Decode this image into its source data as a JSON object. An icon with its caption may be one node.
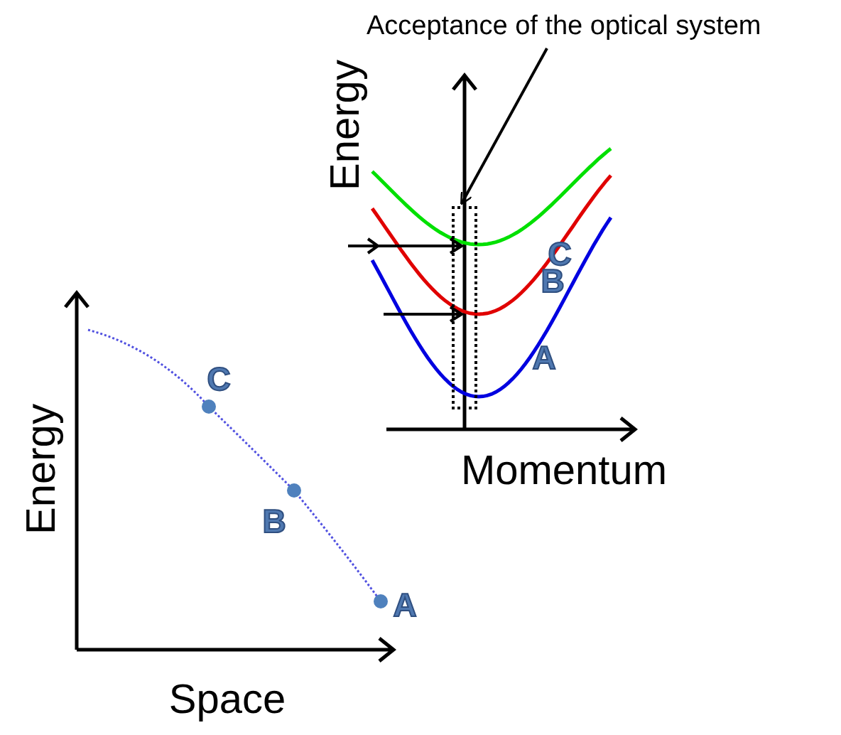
{
  "diagram": {
    "nodes": [
      {
        "text": [
          "Acceptance of the optical system"
        ]
      },
      {
        "text": [],
        "shape": "box"
      }
    ],
    "edges": [
      {
        "from": 0,
        "to": 1,
        "arrow": "to"
      }
    ],
    "labels": [
      "Energy",
      "C",
      "B",
      "A",
      "Momentum",
      "Energy",
      "C",
      "B",
      "A",
      "Space"
    ]
  }
}
